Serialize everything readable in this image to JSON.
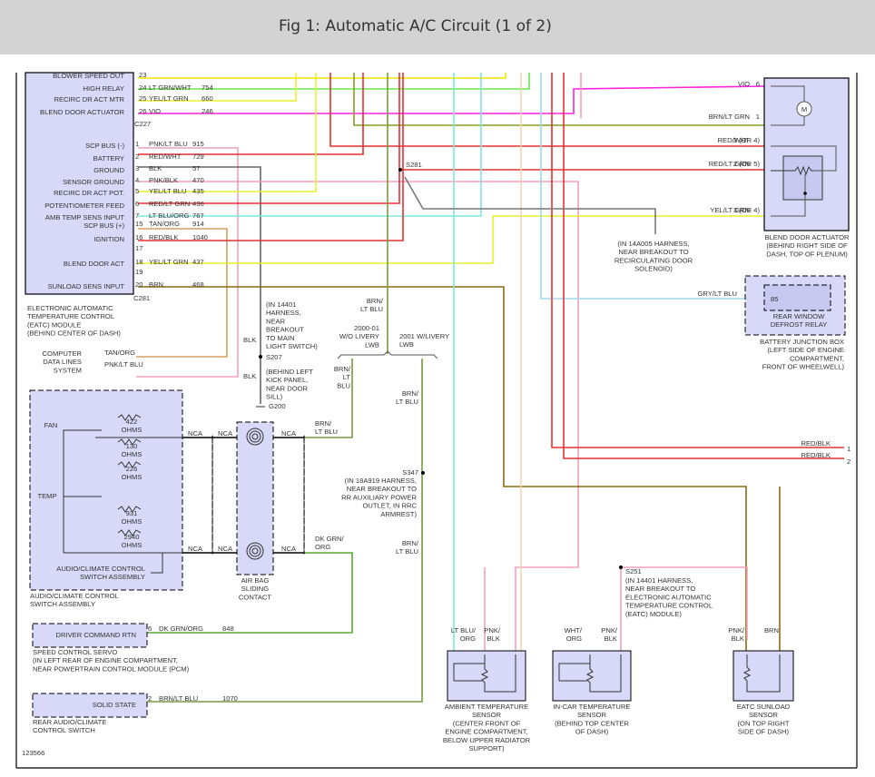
{
  "header": {
    "title": "Fig 1: Automatic A/C Circuit (1 of 2)"
  },
  "footer": {
    "figure_number": "123566"
  },
  "colors": {
    "module_fill": "#d8d8f8",
    "border": "#000000",
    "wires": {
      "yellow": "#f4e400",
      "lt_green": "#66e84a",
      "yel_lt_grn": "#e9f02c",
      "violet": "#ff20e0",
      "pink": "#f2a0b8",
      "red": "#e83030",
      "black": "#666666",
      "lt_blue": "#7de8e0",
      "tan": "#d4a060",
      "brown": "#8a6a10",
      "brn_lt_blu": "#7a9a40",
      "dk_grn_org": "#5aaa30",
      "gry_lt_blu": "#a0d8e8",
      "wht_org": "#f6d4b0",
      "brn_lt_grn": "#80a020"
    }
  },
  "eatc_module": {
    "pins_c227": [
      {
        "label": "BLOWER SPEED OUT",
        "pin": "23",
        "wire": "",
        "circuit": ""
      },
      {
        "label": "HIGH RELAY",
        "pin": "24",
        "wire": "LT GRN/WHT",
        "circuit": "754"
      },
      {
        "label": "RECIRC DR ACT MTR",
        "pin": "25",
        "wire": "YEL/LT GRN",
        "circuit": "660"
      },
      {
        "label": "BLEND DOOR ACTUATOR",
        "pin": "26",
        "wire": "VIO",
        "circuit": "246"
      }
    ],
    "connector_c227": "C227",
    "pins_c281": [
      {
        "label": "SCP BUS (-)",
        "pin": "1",
        "wire": "PNK/LT BLU",
        "circuit": "915"
      },
      {
        "label": "BATTERY",
        "pin": "2",
        "wire": "RED/WHT",
        "circuit": "729"
      },
      {
        "label": "GROUND",
        "pin": "3",
        "wire": "BLK",
        "circuit": "57"
      },
      {
        "label": "SENSOR GROUND",
        "pin": "4",
        "wire": "PNK/BLK",
        "circuit": "470"
      },
      {
        "label": "RECIRC DR ACT POT.",
        "pin": "5",
        "wire": "YEL/LT BLU",
        "circuit": "435"
      },
      {
        "label": "POTENTIOMETER FEED",
        "pin": "6",
        "wire": "RED/LT GRN",
        "circuit": "436"
      },
      {
        "label": "AMB TEMP SENS INPUT",
        "pin": "7",
        "wire": "LT BLU/ORG",
        "circuit": "767"
      },
      {
        "label": "SCP BUS (+)",
        "pin": "15",
        "wire": "TAN/ORG",
        "circuit": "914"
      },
      {
        "label": "IGNITION",
        "pin": "16",
        "wire": "RED/BLK",
        "circuit": "1040"
      },
      {
        "label": "",
        "pin": "17",
        "wire": "",
        "circuit": ""
      },
      {
        "label": "BLEND DOOR ACT",
        "pin": "18",
        "wire": "YEL/LT GRN",
        "circuit": "437"
      },
      {
        "label": "",
        "pin": "19",
        "wire": "",
        "circuit": ""
      },
      {
        "label": "SUNLOAD SENS INPUT",
        "pin": "20",
        "wire": "BRN",
        "circuit": "468"
      }
    ],
    "connector_c281": "C281",
    "caption": [
      "ELECTRONIC AUTOMATIC",
      "TEMPERATURE CONTROL",
      "(EATC) MODULE",
      "(BEHIND CENTER OF DASH)"
    ]
  },
  "computer_data_lines": {
    "caption": [
      "COMPUTER",
      "DATA LINES",
      "SYSTEM"
    ],
    "wires": [
      "TAN/ORG",
      "PNK/LT BLU"
    ]
  },
  "ground_path": {
    "wire": "BLK",
    "s207_note": [
      "(IN 14401",
      "HARNESS,",
      "NEAR",
      "BREAKOUT",
      "TO MAIN",
      "LIGHT SWITCH)"
    ],
    "s207": "S207",
    "g200_note": [
      "(BEHIND LEFT",
      "KICK PANEL,",
      "NEAR DOOR",
      "SILL)"
    ],
    "g200": "G200"
  },
  "livery": {
    "top_wire": [
      "BRN/",
      "LT BLU"
    ],
    "left_label": [
      "2000-01",
      "W/O LIVERY",
      "LWB"
    ],
    "right_label": [
      "2001 W/LIVERY",
      "LWB"
    ],
    "left_wire": [
      "BRN/",
      "LT",
      "BLU"
    ],
    "right_wire": [
      "BRN/",
      "LT BLU"
    ]
  },
  "s281": {
    "id": "S281",
    "note": [
      "(IN 14A005 HARNESS,",
      "NEAR BREAKOUT TO",
      "RECIRCULATING DOOR",
      "SOLENOID)"
    ]
  },
  "blend_door_actuator": {
    "pins": [
      {
        "wire": "VIO",
        "pin": "6"
      },
      {
        "wire": "BRN/LT GRN",
        "pin": "1"
      },
      {
        "wire": "RED/WHT",
        "pin": "3 (OR 4)"
      },
      {
        "wire": "RED/LT GRN",
        "pin": "2 (OR 5)"
      },
      {
        "wire": "YEL/LT GRN",
        "pin": "3 (OR 4)"
      }
    ],
    "motor_symbol": "M",
    "caption": [
      "BLEND DOOR ACTUATOR",
      "(BEHIND RIGHT SIDE OF",
      "DASH, TOP OF PLENUM)"
    ]
  },
  "battery_junction_box": {
    "wire": "GRY/LT BLU",
    "pin": "85",
    "relay_caption": [
      "REAR WINDOW",
      "DEFROST RELAY"
    ],
    "caption": [
      "BATTERY JUNCTION BOX",
      "(LEFT SIDE OF ENGINE",
      "COMPARTMENT,",
      "FRONT OF WHEELWELL)"
    ]
  },
  "continuations": [
    {
      "wire": "RED/BLK",
      "ref": "1"
    },
    {
      "wire": "RED/BLK",
      "ref": "2"
    }
  ],
  "switch_assembly": {
    "fan_label": "FAN",
    "temp_label": "TEMP",
    "resistors": [
      {
        "value": "422",
        "unit": "OHMS"
      },
      {
        "value": "130",
        "unit": "OHMS"
      },
      {
        "value": "226",
        "unit": "OHMS"
      },
      {
        "value": "931",
        "unit": "OHMS"
      },
      {
        "value": "2940",
        "unit": "OHMS"
      }
    ],
    "inner_caption": [
      "AUDIO/CLIMATE CONTROL",
      "SWITCH ASSEMBLY"
    ],
    "caption": [
      "AUDIO/CLIMATE CONTROL",
      "SWITCH ASSEMBLY"
    ]
  },
  "air_bag_contact": {
    "nca": "NCA",
    "caption": [
      "AIR BAG",
      "SLIDING",
      "CONTACT"
    ],
    "upper_wire": [
      "BRN/",
      "LT BLU"
    ],
    "lower_wire": [
      "DK GRN/",
      "ORG"
    ]
  },
  "s347": {
    "id": "S347",
    "note": [
      "(IN 18A919 HARNESS,",
      "NEAR BREAKOUT TO",
      "RR AUXILIARY POWER",
      "OUTLET, IN RRC",
      "ARMREST)"
    ],
    "lower_wire": [
      "BRN/",
      "LT BLU"
    ]
  },
  "speed_control_servo": {
    "pin_label": "DRIVER COMMAND RTN",
    "pin": "6",
    "wire": "DK GRN/ORG",
    "circuit": "848",
    "caption": [
      "SPEED CONTROL SERVO",
      "(IN LEFT REAR OF ENGINE COMPARTMENT,",
      "NEAR POWERTRAIN CONTROL MODULE (PCM)"
    ]
  },
  "rear_climate_switch": {
    "pin_label": "SOLID STATE",
    "pin": "2",
    "wire": "BRN/LT BLU",
    "circuit": "1070",
    "caption": [
      "REAR AUDIO/CLIMATE",
      "CONTROL SWITCH"
    ]
  },
  "s251": {
    "id": "S251",
    "note": [
      "(IN 14401 HARNESS,",
      "NEAR BREAKOUT TO",
      "ELECTRONIC AUTOMATIC",
      "TEMPERATURE CONTROL",
      "(EATC) MODULE)"
    ]
  },
  "sensors": [
    {
      "name": "ambient",
      "wires": [
        [
          "LT BLU/",
          "ORG"
        ],
        [
          "PNK/",
          "BLK"
        ]
      ],
      "caption": [
        "AMBIENT TEMPERATURE",
        "SENSOR",
        "(CENTER FRONT OF",
        "ENGINE COMPARTMENT,",
        "BELOW UPPER RADIATOR",
        "SUPPORT)"
      ]
    },
    {
      "name": "in-car",
      "wires": [
        [
          "WHT/",
          "ORG"
        ],
        [
          "PNK/",
          "BLK"
        ]
      ],
      "caption": [
        "IN-CAR TEMPERATURE",
        "SENSOR",
        "(BEHIND TOP CENTER",
        "OF DASH)"
      ]
    },
    {
      "name": "sunload",
      "wires": [
        [
          "PNK/",
          "BLK"
        ],
        [
          "BRN"
        ]
      ],
      "caption": [
        "EATC SUNLOAD",
        "SENSOR",
        "(ON TOP RIGHT",
        "SIDE OF DASH)"
      ]
    }
  ]
}
